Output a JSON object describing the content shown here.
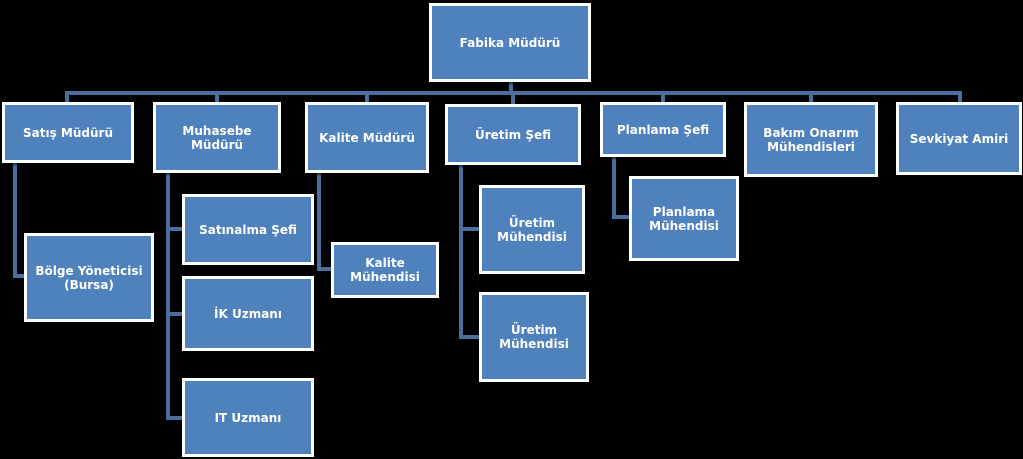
{
  "colors": {
    "background": "#000000",
    "node_fill": "#4f81bd",
    "node_border": "#ffffff",
    "connector": "#4a6f9f"
  },
  "org": {
    "root": "Fabika Müdürü",
    "sales_manager": "Satış Müdürü",
    "regional_manager": "Bölge Yöneticisi\n(Bursa)",
    "accounting_manager": "Muhasebe Müdürü",
    "purchasing_chief": "Satınalma Şefi",
    "hr_specialist": "İK Uzmanı",
    "it_specialist": "IT Uzmanı",
    "quality_manager": "Kalite Müdürü",
    "quality_engineer": "Kalite\nMühendisi",
    "production_chief": "Üretim Şefi",
    "production_engineer_1": "Üretim\nMühendisi",
    "production_engineer_2": "Üretim\nMühendisi",
    "planning_chief": "Planlama Şefi",
    "planning_engineer": "Planlama\nMühendisi",
    "maintenance_engineers": "Bakım Onarım\nMühendisleri",
    "shipping_supervisor": "Sevkiyat Amiri"
  }
}
